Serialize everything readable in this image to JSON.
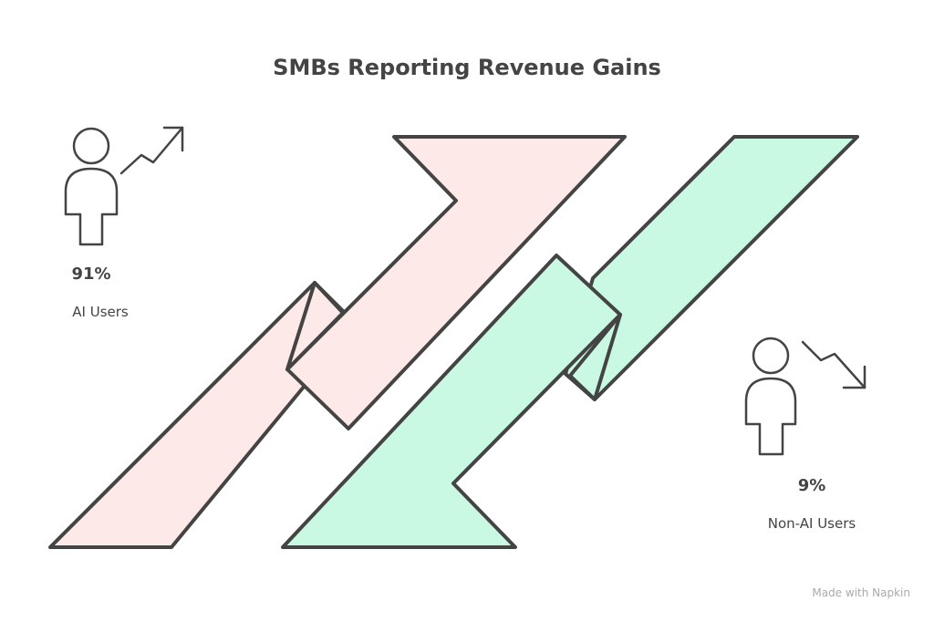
{
  "title": "SMBs Reporting Revenue Gains",
  "groups": [
    {
      "percent": "91%",
      "label": "AI Users",
      "value": 91,
      "trend": "up",
      "color": "#fde9e7"
    },
    {
      "percent": "9%",
      "label": "Non-AI Users",
      "value": 9,
      "trend": "down",
      "color": "#c9f9e3"
    }
  ],
  "watermark": "Made with  Napkin"
}
